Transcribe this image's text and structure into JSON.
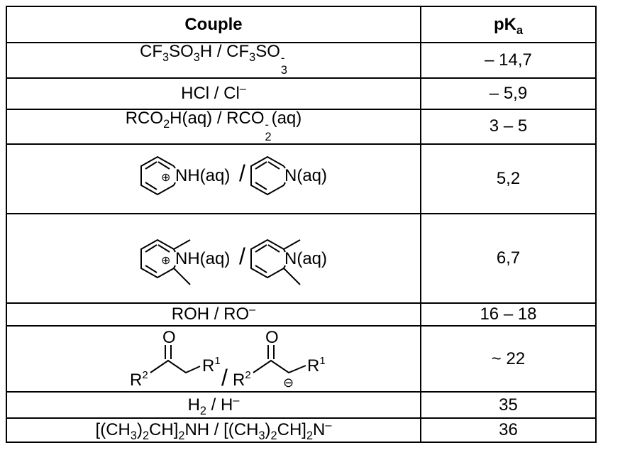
{
  "header": {
    "couple": "Couple",
    "pka_main": "pK",
    "pka_sub": "a"
  },
  "rows": {
    "triflic": {
      "pka": "– 14,7"
    },
    "hcl": {
      "a": "HCl",
      "sep": " / ",
      "b": "Cl",
      "charge": "–",
      "pka": "– 5,9"
    },
    "carboxylic": {
      "acid_pre": "RCO",
      "acid_sub": "2",
      "acid_post": "H(aq)",
      "sep": " / ",
      "base_pre": "RCO",
      "base_sub": "2",
      "base_post": "(aq)",
      "pka": "3 – 5"
    },
    "pyridinium": {
      "acid_label": "NH(aq)",
      "base_label": "N(aq)",
      "charge": "⊕",
      "sep": "/",
      "pka": "5,2"
    },
    "lutidinium": {
      "acid_label": "NH(aq)",
      "base_label": "N(aq)",
      "charge": "⊕",
      "sep": "/",
      "pka": "6,7"
    },
    "alcohol": {
      "text": "ROH / RO",
      "charge": "–",
      "pka": "16 – 18"
    },
    "ketone": {
      "oxygen": "O",
      "r1": "R",
      "r1_sup": "1",
      "r2": "R",
      "r2_sup": "2",
      "sep": "/",
      "charge": "⊖",
      "pka": "~ 22"
    },
    "hydrogen": {
      "a": "H",
      "a_sub": "2",
      "sep": " / ",
      "b": "H",
      "charge": "–",
      "pka": "35"
    },
    "lda": {
      "p1": "[(CH",
      "s1": "3",
      "p2": ")",
      "s2": "2",
      "p3": "CH]",
      "s3": "2",
      "p4": "NH / [(CH",
      "s4": "3",
      "p5": ")",
      "s5": "2",
      "p6": "CH]",
      "s6": "2",
      "p7": "N",
      "charge": "–",
      "pka": "36"
    }
  }
}
